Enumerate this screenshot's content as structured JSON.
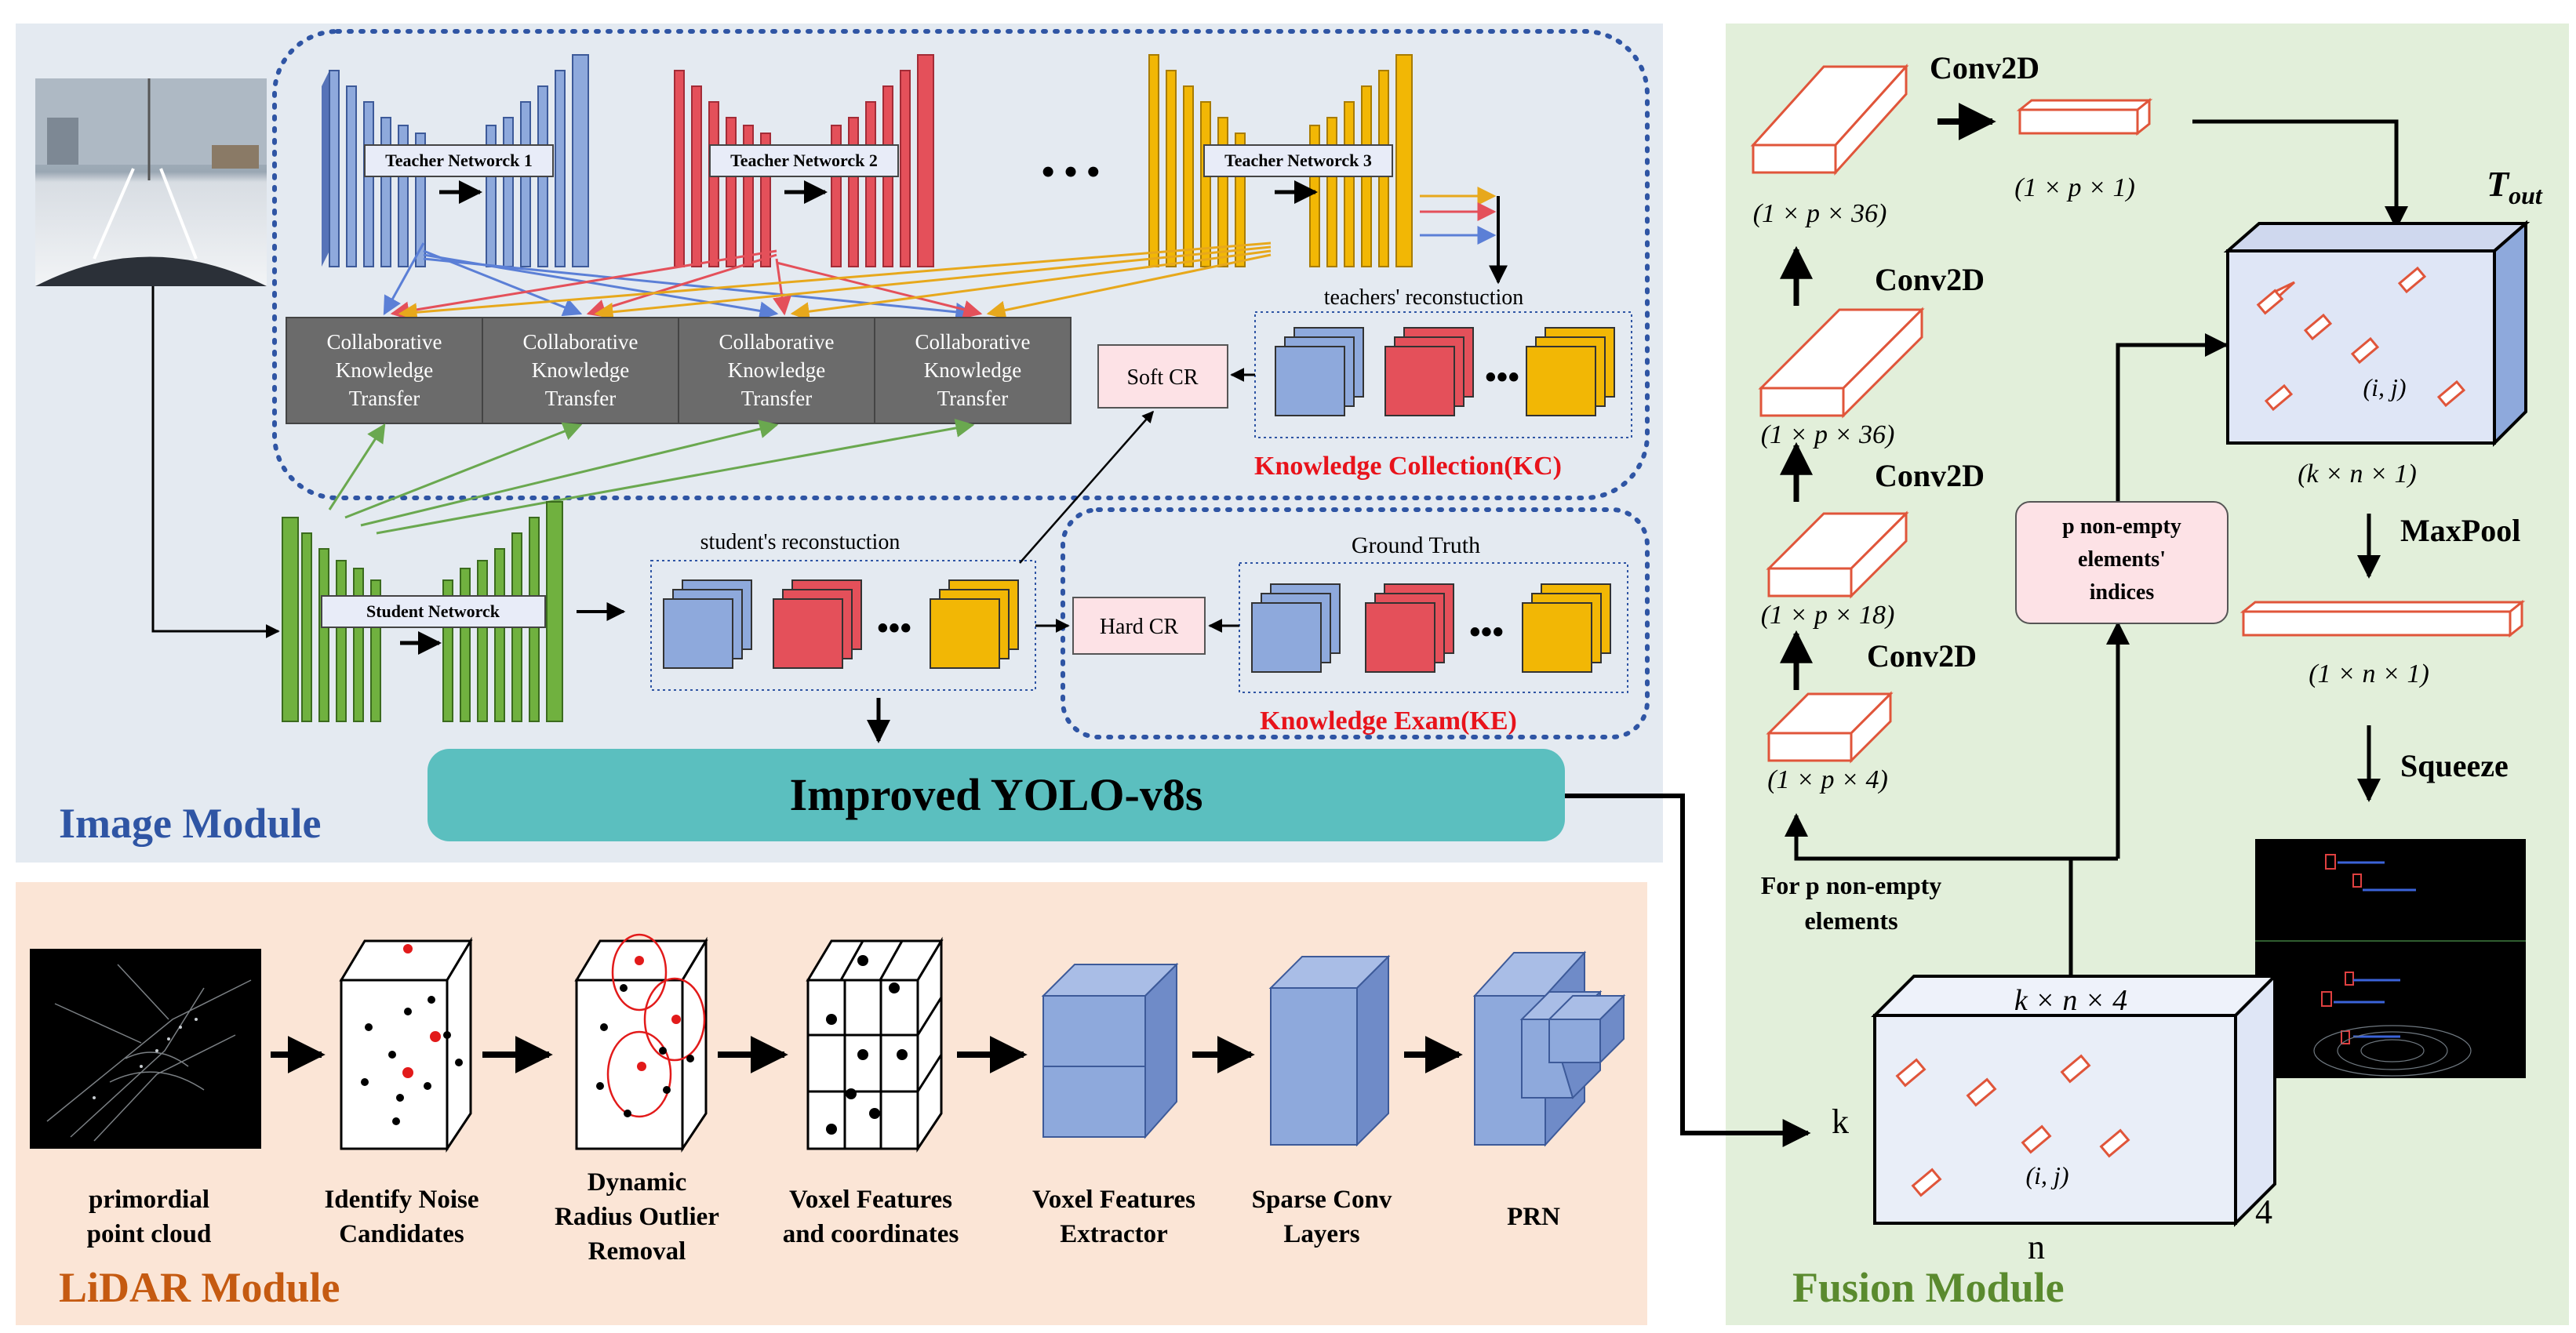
{
  "image_module": {
    "title": "Image Module",
    "teachers": [
      "Teacher Networck 1",
      "Teacher Networck 2",
      "Teacher Networck 3"
    ],
    "ellipsis": "• • •",
    "ckt_line1": "Collaborative",
    "ckt_line2": "Knowledge",
    "ckt_line3": "Transfer",
    "soft_cr": "Soft CR",
    "hard_cr": "Hard CR",
    "teachers_recon": "teachers' reconstuction",
    "students_recon": "student's reconstuction",
    "ground_truth": "Ground Truth",
    "kc_label": "Knowledge Collection(KC)",
    "ke_label": "Knowledge Exam(KE)",
    "student": "Student Networck",
    "yolo": "Improved YOLO-v8s"
  },
  "lidar_module": {
    "title": "LiDAR Module",
    "steps": [
      [
        "primordial",
        "point cloud"
      ],
      [
        "Identify Noise",
        "Candidates"
      ],
      [
        "Dynamic",
        "Radius Outlier",
        "Removal"
      ],
      [
        "Voxel Features",
        "and coordinates"
      ],
      [
        "Voxel Features",
        "Extractor"
      ],
      [
        "Sparse Conv",
        "Layers"
      ],
      [
        "PRN"
      ]
    ]
  },
  "fusion_module": {
    "title": "Fusion Module",
    "conv2d": "Conv2D",
    "maxpool": "MaxPool",
    "squeeze": "Squeeze",
    "dim_1p36_top": "(1 × p × 36)",
    "dim_1p1": "(1 × p × 1)",
    "dim_1p36_mid": "(1 × p × 36)",
    "dim_1p18": "(1 × p × 18)",
    "dim_1p4": "(1 × p × 4)",
    "for_p_1": "For p non-empty",
    "for_p_2": "elements",
    "pne_1": "p non-empty",
    "pne_2": "elements'",
    "pne_3": "indices",
    "tout_base": "T",
    "tout_sub": "out",
    "dim_kn1": "(k × n × 1)",
    "dim_1n1": "(1 × n × 1)",
    "dim_kn4": "k × n × 4",
    "k": "k",
    "n": "n",
    "four": "4",
    "ij": "(i, j)"
  }
}
